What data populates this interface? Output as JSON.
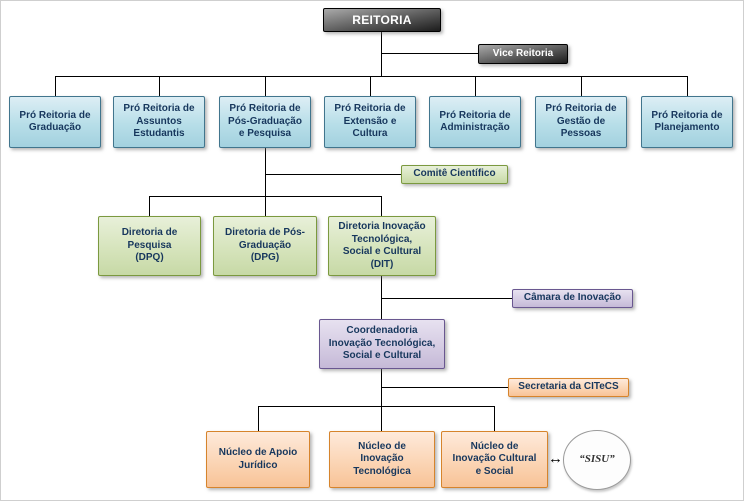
{
  "org": {
    "reitoria": "REITORIA",
    "vice_reitoria": "Vice Reitoria",
    "pro_reitorias": [
      "Pró Reitoria de\nGraduação",
      "Pró Reitoria de\nAssuntos\nEstudantis",
      "Pró Reitoria de\nPós-Graduação\ne Pesquisa",
      "Pró Reitoria de\nExtensão e\nCultura",
      "Pró Reitoria de\nAdministração",
      "Pró Reitoria de\nGestão de\nPessoas",
      "Pró Reitoria de\nPlanejamento"
    ],
    "comite_cientifico": "Comitê Científico",
    "diretorias": [
      "Diretoria de\nPesquisa\n(DPQ)",
      "Diretoria de Pós-\nGraduação\n(DPG)",
      "Diretoria Inovação\nTecnológica,\nSocial e Cultural\n(DIT)"
    ],
    "camara_inovacao": "Câmara de Inovação",
    "coordenadoria": "Coordenadoria\nInovação Tecnológica,\nSocial e Cultural",
    "secretaria": "Secretaria da CITeCS",
    "nucleos": [
      "Núcleo de Apoio\nJurídico",
      "Núcleo de\nInovação\nTecnológica",
      "Núcleo de\nInovação Cultural\ne Social"
    ],
    "sisu": "“SISU”",
    "sisu_link_arrow": "↔"
  },
  "palette": {
    "reitoria_gray": "#4d4d4d",
    "pro_reitoria_blue": "#b7dee8",
    "diretoria_green": "#d6e4bc",
    "coordenadoria_purple": "#d5cce3",
    "nucleo_orange": "#fbd5b5",
    "connector_black": "#000000"
  }
}
